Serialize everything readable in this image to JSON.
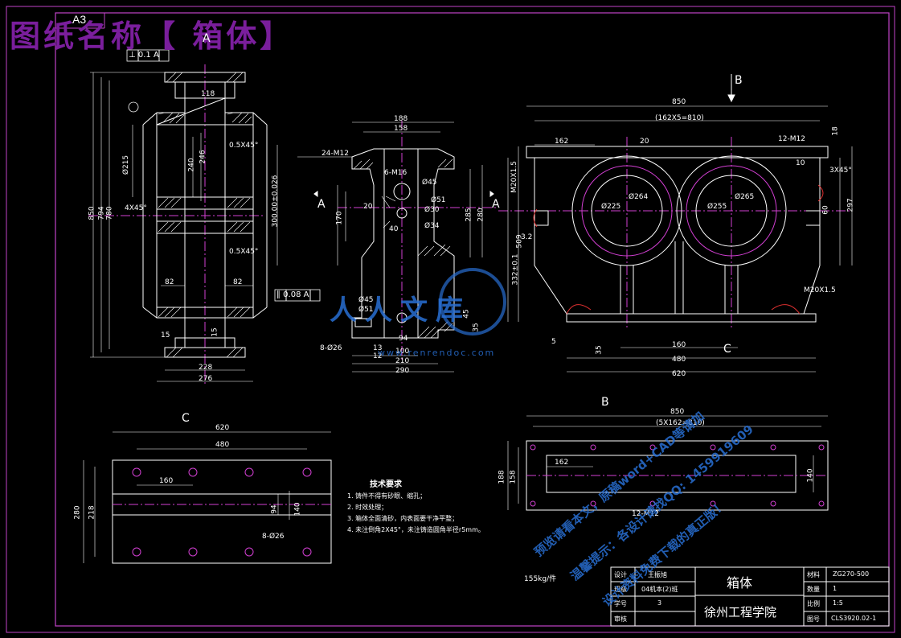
{
  "banner": "图纸名称【 箱体】",
  "sheet_size": "A3",
  "section_marks": {
    "a": "A",
    "b": "B",
    "c": "C"
  },
  "gdt": {
    "top": "⊥ 0.1 A",
    "right": "∥ 0.08 A"
  },
  "views": {
    "side": {
      "dims": [
        "118",
        "850",
        "794",
        "780",
        "240",
        "246",
        "0.5X45°",
        "300.00±0.026",
        "4X45°",
        "0.5X45°",
        "82",
        "82",
        "15",
        "15",
        "228",
        "276",
        "Ø215"
      ]
    },
    "section": {
      "dims": [
        "188",
        "158",
        "24-M12",
        "6-M16",
        "Ø45",
        "Ø51",
        "Ø30",
        "Ø34",
        "285",
        "280",
        "20",
        "170",
        "40",
        "Ø45",
        "Ø51",
        "45",
        "35",
        "8-Ø26",
        "94",
        "100",
        "210",
        "290",
        "13",
        "12"
      ]
    },
    "front": {
      "dims": [
        "850",
        "(162X5=810)",
        "162",
        "20",
        "12-M12",
        "18",
        "10",
        "3X45°",
        "M20X1.5",
        "509",
        "332±0.1",
        "Ø225",
        "Ø264",
        "Ø255",
        "Ø265",
        "297",
        "60",
        "3.2",
        "35",
        "160",
        "480",
        "5",
        "620",
        "M20X1.5"
      ]
    },
    "plan_c": {
      "title": "C",
      "dims": [
        "620",
        "480",
        "160",
        "280",
        "218",
        "94",
        "140",
        "8-Ø26"
      ]
    },
    "plan_b": {
      "title": "B",
      "dims": [
        "850",
        "(5X162=810)",
        "162",
        "188",
        "158",
        "140",
        "12-M12"
      ]
    }
  },
  "tech_requirements": {
    "title": "技术要求",
    "items": [
      "1. 铸件不得有砂眼、缩孔；",
      "2. 时效处理；",
      "3. 箱体全面清砂，内表面要干净平整；",
      "4. 未注倒角2X45°，未注铸造圆角半径r5mm。"
    ]
  },
  "weight_note": "155kg/件",
  "title_block": {
    "designer_label": "设计",
    "designer": "王振旭",
    "class_label": "班级",
    "class": "04机本(2)班",
    "student_label": "学号",
    "student_no": "3",
    "review_label": "审核",
    "part_name": "箱体",
    "school": "徐州工程学院",
    "material_label": "材料",
    "material": "ZG270-500",
    "qty_label": "数量",
    "qty": "1",
    "scale_label": "比例",
    "scale": "1:5",
    "drawing_no_label": "图号",
    "drawing_no": "CLS3920.02-1"
  },
  "watermark": {
    "logo": "人人文库",
    "url": "www.renrendoc.com",
    "promo_1": "预览请看本文，原稿word+CAD等请加",
    "promo_2": "温馨提示：各设计请找QQ: 1459919609",
    "promo_3": "设计资料免费下载的真正版！"
  },
  "colors": {
    "frame": "#c043c8",
    "line": "#ffffff",
    "center": "#d23fd2",
    "dim": "#ffffff",
    "accent": "#6a1d9a",
    "wm": "#2a6fd6"
  }
}
